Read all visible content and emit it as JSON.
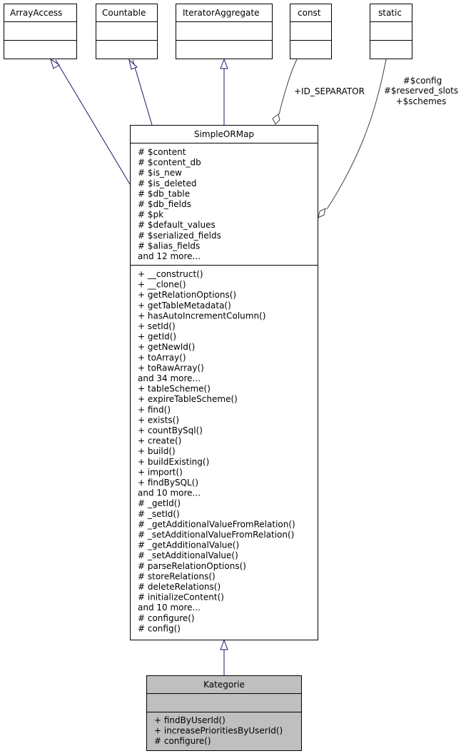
{
  "colors": {
    "inheritance_edge": "#191970",
    "usage_edge": "#404040",
    "box_border": "#000000",
    "highlight_fill": "#bfbfbf",
    "box_fill": "#ffffff"
  },
  "interfaces": [
    {
      "name": "ArrayAccess"
    },
    {
      "name": "Countable"
    },
    {
      "name": "IteratorAggregate"
    },
    {
      "name": "const"
    },
    {
      "name": "static"
    }
  ],
  "usage_labels": {
    "const": [
      "+ID_SEPARATOR"
    ],
    "static": [
      "#$config",
      "#$reserved_slots",
      "+$schemes"
    ]
  },
  "base_class": {
    "name": "SimpleORMap",
    "attributes": [
      "# $content",
      "# $content_db",
      "# $is_new",
      "# $is_deleted",
      "# $db_table",
      "# $db_fields",
      "# $pk",
      "# $default_values",
      "# $serialized_fields",
      "# $alias_fields",
      "and 12 more..."
    ],
    "methods": [
      "+ __construct()",
      "+ __clone()",
      "+ getRelationOptions()",
      "+ getTableMetadata()",
      "+ hasAutoIncrementColumn()",
      "+ setId()",
      "+ getId()",
      "+ getNewId()",
      "+ toArray()",
      "+ toRawArray()",
      "and 34 more...",
      "+ tableScheme()",
      "+ expireTableScheme()",
      "+ find()",
      "+ exists()",
      "+ countBySql()",
      "+ create()",
      "+ build()",
      "+ buildExisting()",
      "+ import()",
      "+ findBySQL()",
      "and 10 more...",
      "# _getId()",
      "# _setId()",
      "# _getAdditionalValueFromRelation()",
      "# _setAdditionalValueFromRelation()",
      "# _getAdditionalValue()",
      "# _setAdditionalValue()",
      "# parseRelationOptions()",
      "# storeRelations()",
      "# deleteRelations()",
      "# initializeContent()",
      "and 10 more...",
      "# configure()",
      "# config()"
    ]
  },
  "derived_class": {
    "name": "Kategorie",
    "attributes": [],
    "methods": [
      "+ findByUserId()",
      "+ increasePrioritiesByUserId()",
      "# configure()"
    ]
  }
}
